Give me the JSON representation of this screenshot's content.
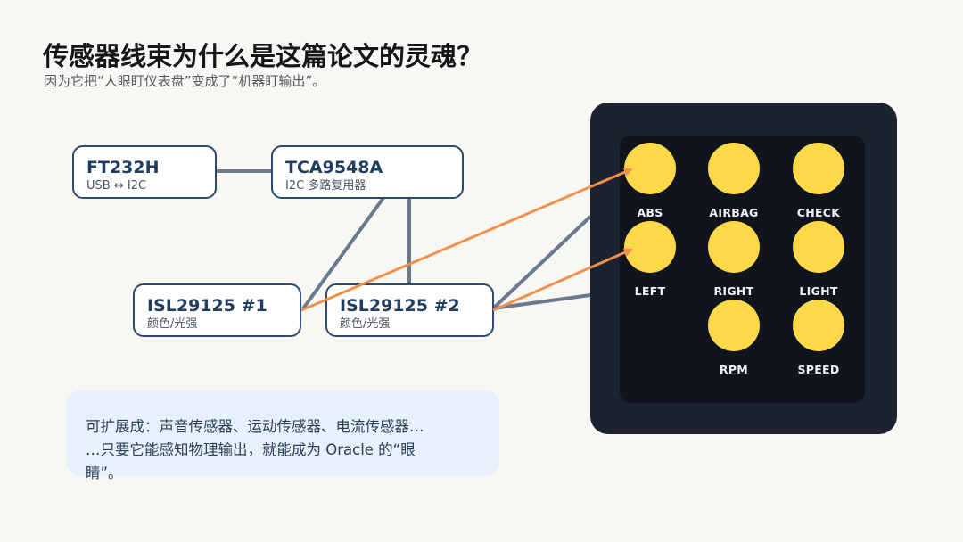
{
  "title": "传感器线束为什么是这篇论文的灵魂？",
  "subtitle": "因为它把“人眼盯仪表盘”变成了“机器盯输出”。",
  "nodes": {
    "ft232h": {
      "name": "FT232H",
      "desc": "USB ↔ I2C"
    },
    "tca9548a": {
      "name": "TCA9548A",
      "desc": "I2C 多路复用器"
    },
    "isl1": {
      "name": "ISL29125 #1",
      "desc": "颜色/光强"
    },
    "isl2": {
      "name": "ISL29125 #2",
      "desc": "颜色/光强"
    }
  },
  "note": {
    "line1": "可扩展成：声音传感器、运动传感器、电流传感器…",
    "line2": "…只要它能感知物理输出，就能成为 Oracle 的“眼",
    "line3": "睛”。"
  },
  "dashboard": {
    "lamps": [
      "ABS",
      "AIRBAG",
      "CHECK",
      "LEFT",
      "RIGHT",
      "LIGHT",
      "RPM",
      "SPEED"
    ]
  },
  "colors": {
    "lamp_on": "#ffd84a",
    "arrow": "#f0904a",
    "link": "#6a7890",
    "box_border": "#2b4a6e",
    "dash_bg": "#1c2230"
  }
}
